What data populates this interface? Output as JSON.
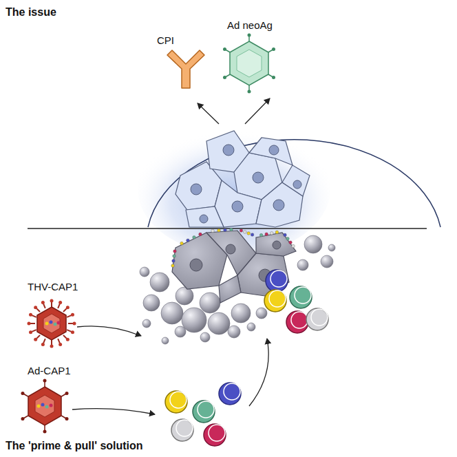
{
  "diagram": {
    "labels": [
      "The issue",
      "CPI",
      "Ad neoAg",
      "THV-CAP1",
      "Ad-CAP1",
      "The 'prime & pull' solution"
    ]
  }
}
